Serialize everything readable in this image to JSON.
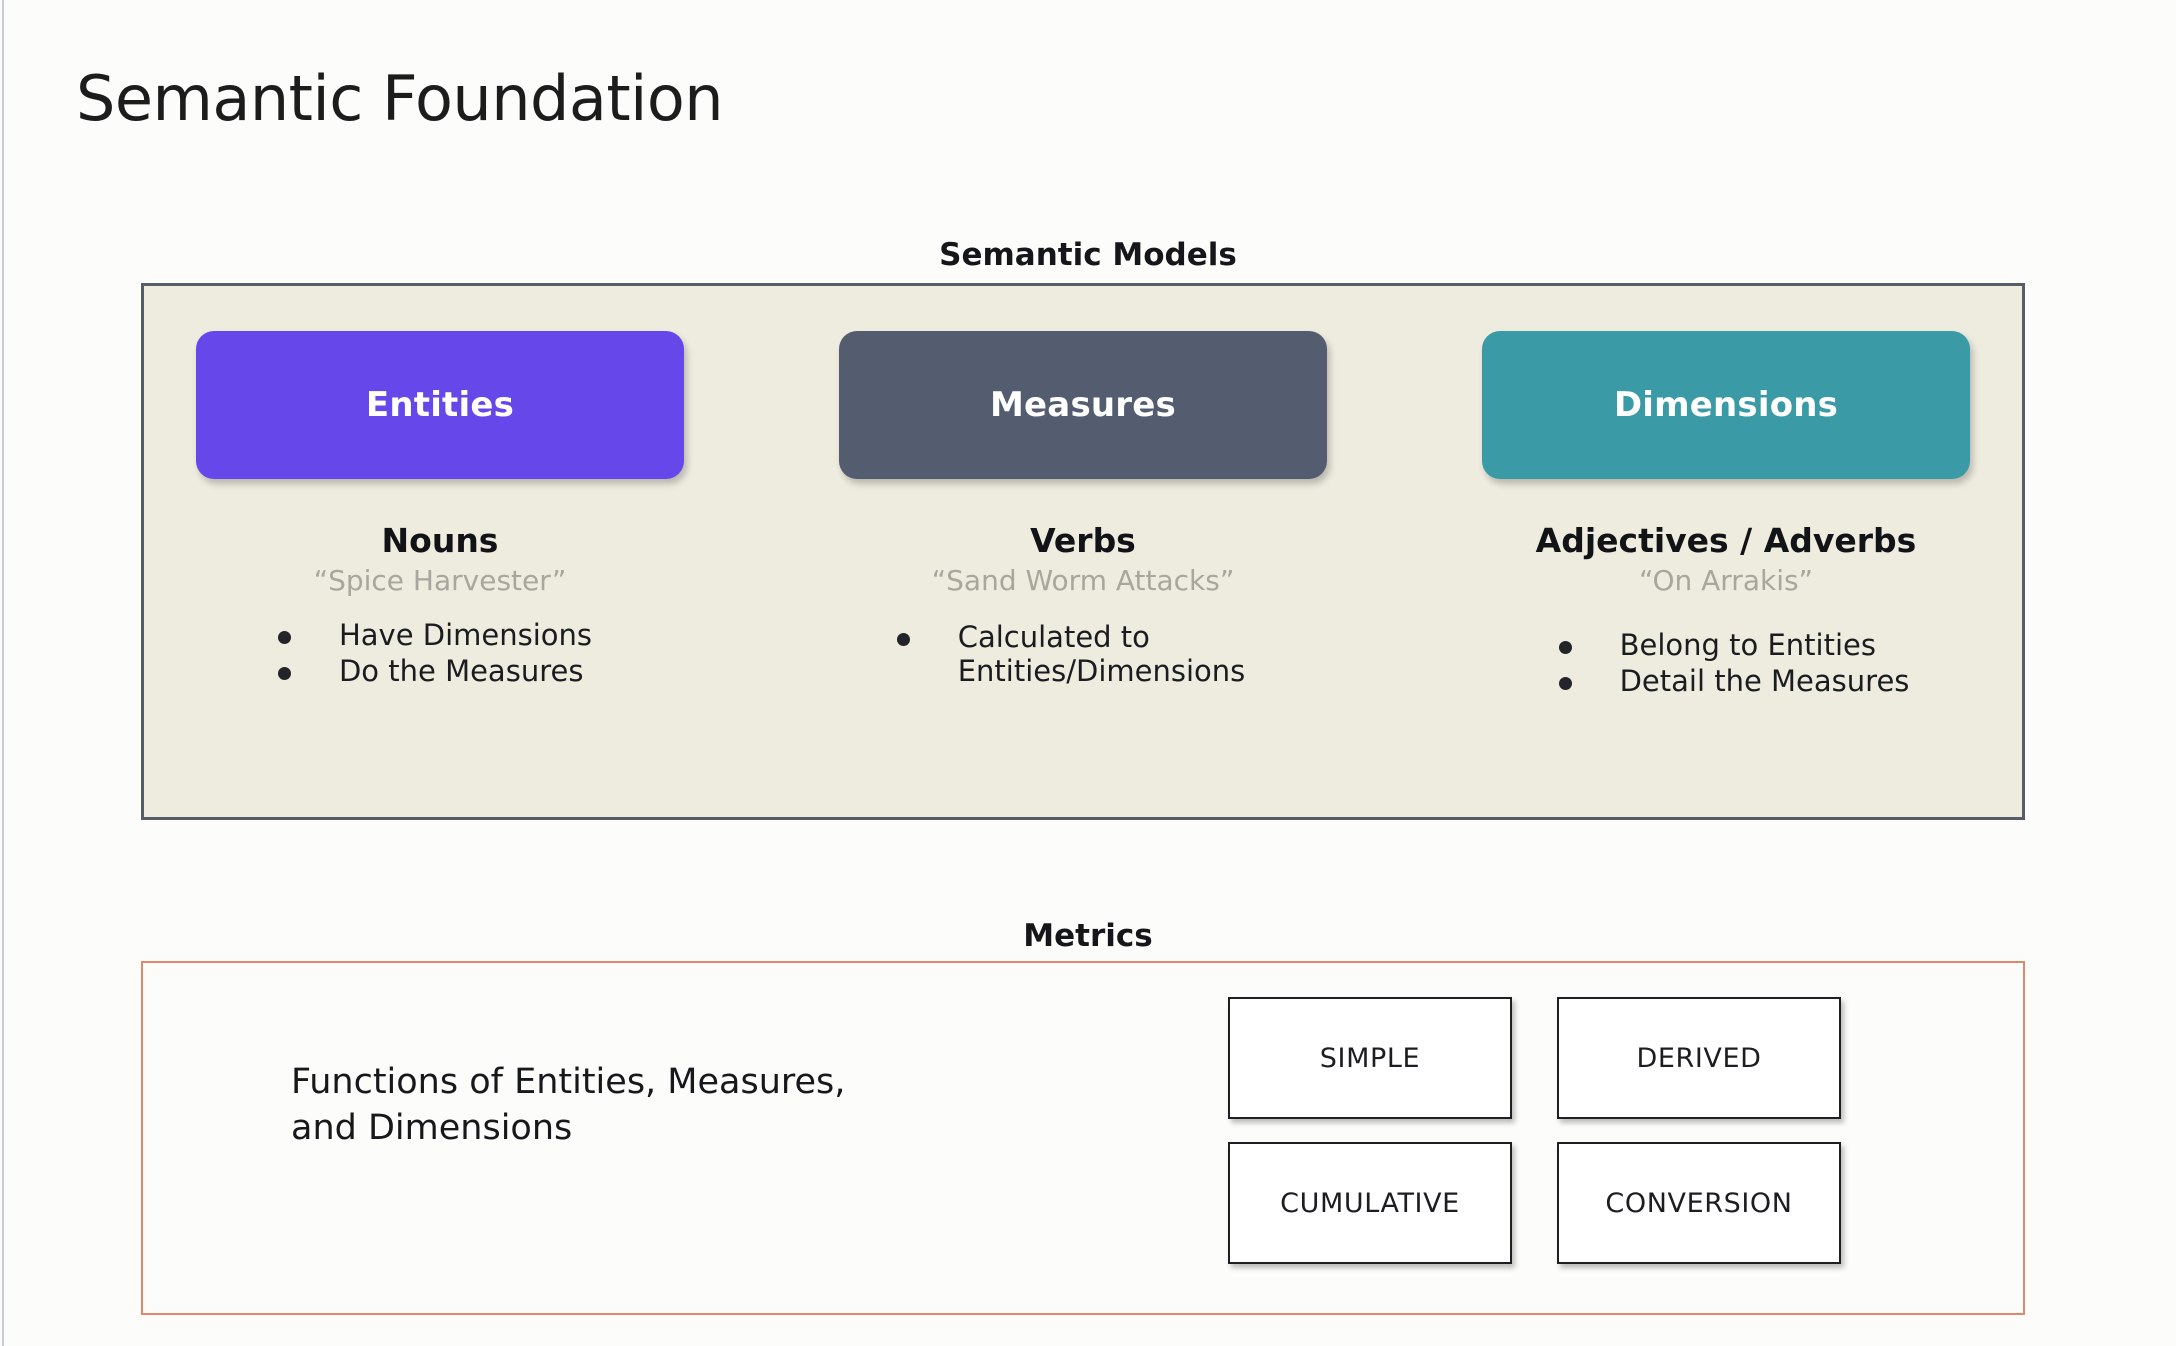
{
  "page": {
    "title": "Semantic Foundation",
    "background_color": "#fcfdfa"
  },
  "semantic_models": {
    "caption": "Semantic Models",
    "panel_background": "#eeecdf",
    "panel_border_color": "#575d68",
    "columns": [
      {
        "chip_label": "Entities",
        "chip_color": "#6547ea",
        "part_of_speech": "Nouns",
        "example": "“Spice Harvester”",
        "bullets": [
          "Have Dimensions",
          "Do the Measures"
        ]
      },
      {
        "chip_label": "Measures",
        "chip_color": "#545c70",
        "part_of_speech": "Verbs",
        "example": "“Sand Worm Attacks”",
        "bullets": [
          "Calculated to\nEntities/Dimensions"
        ]
      },
      {
        "chip_label": "Dimensions",
        "chip_color": "#3a9aa6",
        "part_of_speech": "Adjectives / Adverbs",
        "example": "“On Arrakis”",
        "bullets": [
          "Belong to Entities",
          "Detail the Measures"
        ]
      }
    ]
  },
  "metrics": {
    "caption": "Metrics",
    "panel_border_color": "#e1886a",
    "description": "Functions of Entities, Measures,\nand Dimensions",
    "types": [
      "SIMPLE",
      "DERIVED",
      "CUMULATIVE",
      "CONVERSION"
    ]
  }
}
